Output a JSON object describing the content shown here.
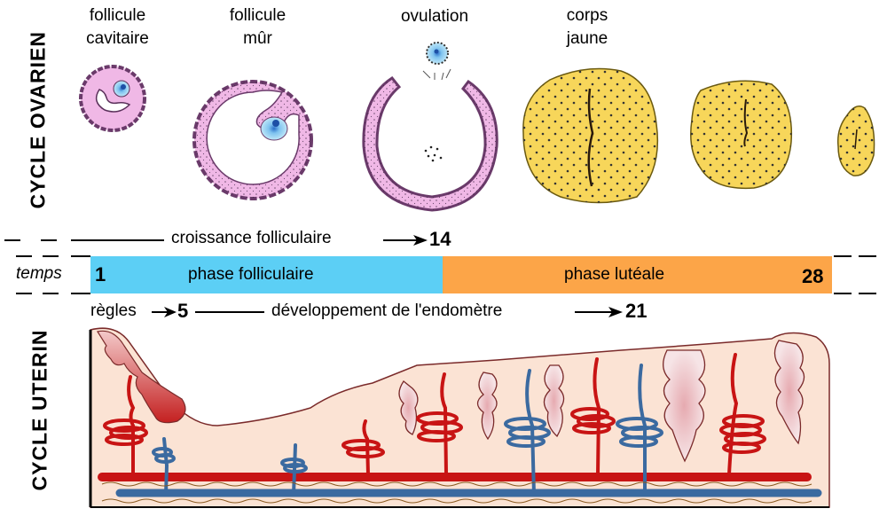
{
  "side_labels": {
    "ovarian": "CYCLE OVARIEN",
    "uterine": "CYCLE UTERIN"
  },
  "ovarian_stages": [
    {
      "label_line1": "follicule",
      "label_line2": "cavitaire"
    },
    {
      "label_line1": "follicule",
      "label_line2": "mûr"
    },
    {
      "label_line1": "ovulation",
      "label_line2": ""
    },
    {
      "label_line1": "corps",
      "label_line2": "jaune"
    }
  ],
  "timeline": {
    "follicular_growth": "croissance folliculaire",
    "ovulation_day": "14",
    "time_label": "temps",
    "day_start": "1",
    "day_end": "28",
    "phase_follicular": "phase folliculaire",
    "phase_luteal": "phase lutéale",
    "menses": "règles",
    "menses_end_day": "5",
    "endometrium_dev": "développement de l'endomètre",
    "endometrium_end_day": "21"
  },
  "colors": {
    "follicular_phase": "#5ccff5",
    "luteal_phase": "#fca548",
    "follicle_pink": "#f0b8e6",
    "follicle_border": "#7a3a7a",
    "corpus_luteum": "#f7d65a",
    "endometrium": "#fbe3d4",
    "artery": "#c81414",
    "vein": "#3b6aa0"
  }
}
